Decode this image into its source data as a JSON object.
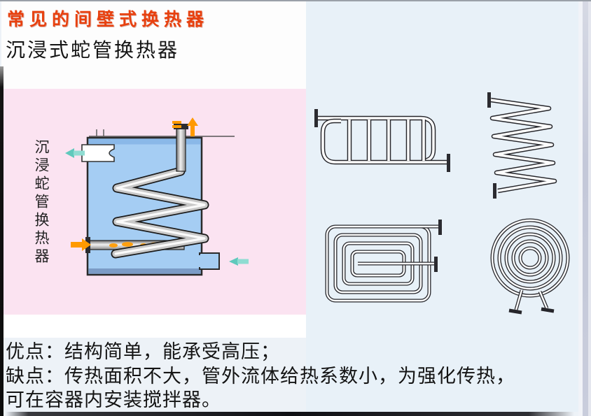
{
  "slide": {
    "title": "常见的间壁式换热器",
    "subtitle": "沉浸式蛇管换热器",
    "panel_label_vertical": "沉浸蛇管换热器",
    "notes": [
      "优点：结构简单，能承受高压；",
      "缺点：传热面积不大，管外流体给热系数小，为强化传热，",
      "可在容器内安装搅拌器。"
    ],
    "colors": {
      "title_red": "#e8400e",
      "panel_pink": "#fbe3f1",
      "right_panel_blue": "#e8f1f8",
      "tank_fill_blue": "#a5cdf3",
      "flow_arrow_orange": "#ff9a00",
      "flow_arrow_teal": "#5fc9bc",
      "bottom_bar_dark": "#101014"
    },
    "icons": [
      "immersed-coil-tank-diagram",
      "serpentine-coil",
      "helical-coil",
      "rectangular-spiral-coil",
      "flat-spiral-coil",
      "up-arrow",
      "left-arrow",
      "right-arrow"
    ]
  }
}
